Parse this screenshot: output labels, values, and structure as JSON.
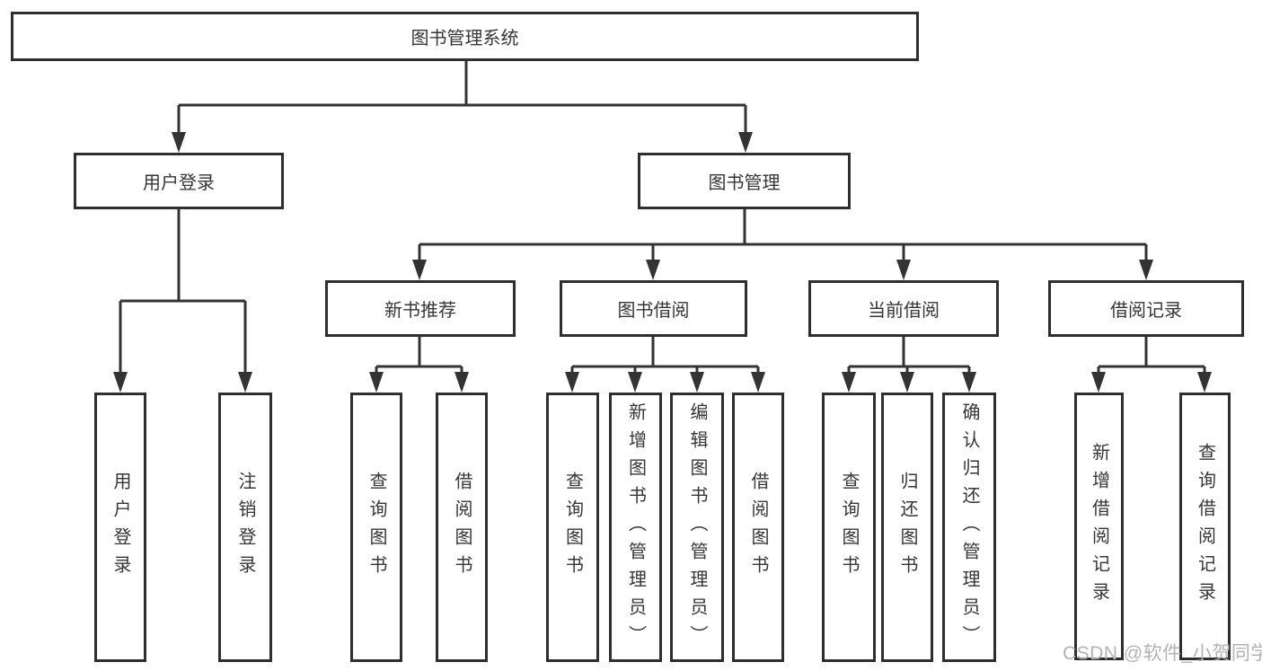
{
  "diagram": {
    "type": "hierarchy-flowchart",
    "colors": {
      "line": "#333333",
      "box_border": "#2e2e2e",
      "box_fill": "#ffffff",
      "text": "#363636",
      "watermark": "#b3b3b3",
      "background": "#ffffff"
    },
    "tree": {
      "root": {
        "label": "图书管理系统",
        "children": [
          {
            "label": "用户登录",
            "children": [
              {
                "label": "用户登录"
              },
              {
                "label": "注销登录"
              }
            ]
          },
          {
            "label": "图书管理",
            "children": [
              {
                "label": "新书推荐",
                "children": [
                  {
                    "label": "查询图书"
                  },
                  {
                    "label": "借阅图书"
                  }
                ]
              },
              {
                "label": "图书借阅",
                "children": [
                  {
                    "label": "查询图书"
                  },
                  {
                    "label": "新增图书（管理员）"
                  },
                  {
                    "label": "编辑图书（管理员）"
                  },
                  {
                    "label": "借阅图书"
                  }
                ]
              },
              {
                "label": "当前借阅",
                "children": [
                  {
                    "label": "查询图书"
                  },
                  {
                    "label": "归还图书"
                  },
                  {
                    "label": "确认归还（管理员）"
                  }
                ]
              },
              {
                "label": "借阅记录",
                "children": [
                  {
                    "label": "新增借阅记录"
                  },
                  {
                    "label": "查询借阅记录"
                  }
                ]
              }
            ]
          }
        ]
      }
    },
    "watermark": "CSDN @软件_小贺同学"
  }
}
